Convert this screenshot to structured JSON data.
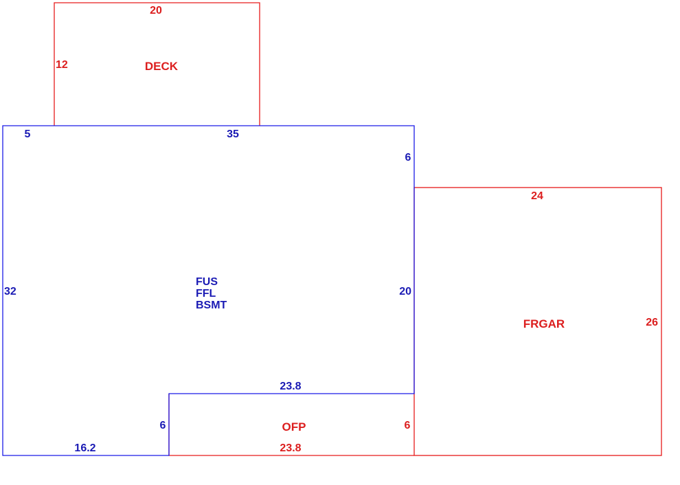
{
  "colors": {
    "main_outline": "#1a1ae6",
    "addition_outline": "#e61a1a",
    "main_text": "#1a1ab4",
    "addition_text": "#dc1e1e",
    "background": "#ffffff"
  },
  "deck": {
    "name": "DECK",
    "top": "20",
    "left": "12"
  },
  "main": {
    "label_lines": [
      "FUS",
      "FFL",
      "BSMT"
    ],
    "top_left_offset": "5",
    "top": "35",
    "right_step": "6",
    "left": "32",
    "right": "20",
    "bottom_left": "16.2",
    "notch_left": "6",
    "notch_top": "23.8"
  },
  "garage": {
    "name": "FRGAR",
    "top": "24",
    "right": "26"
  },
  "porch": {
    "name": "OFP",
    "right": "6",
    "bottom": "23.8"
  }
}
